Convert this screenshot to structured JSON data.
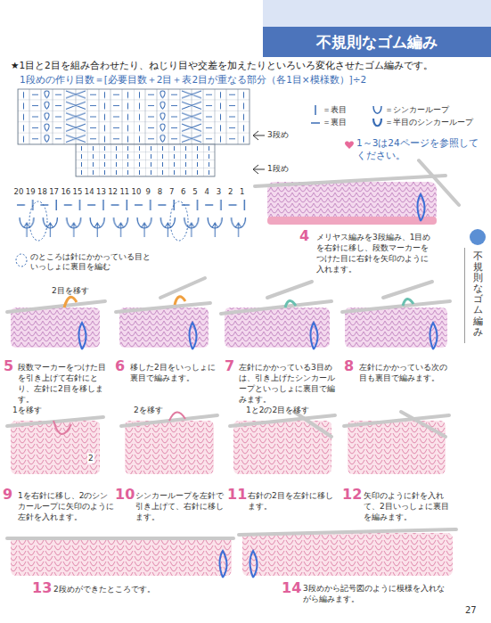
{
  "diagram": {
    "title": "不規則なゴム編み",
    "nodes": [
      {
        "text": [
          "不規則なゴム編み"
        ]
      }
    ],
    "labels": [
      "★1目と2目を組み合わせたり、ねじり目や交差を加えたりといろいろ変化させたゴム編みです。",
      "1段めの作り目数＝[必要目数＋2目＋表2目が重なる部分（各1目×模様数）]÷2",
      "3段め",
      "1段め",
      "1～3は24ページを参照してください。",
      "20",
      "19",
      "18",
      "17",
      "16",
      "15",
      "14",
      "13",
      "12",
      "11",
      "10",
      "9",
      "8",
      "7",
      "6",
      "5",
      "4",
      "3",
      "2",
      "1",
      "のところは針にかかっている目といっしょに裏目を編む",
      "4",
      "メリヤス編みを3段編み、1目めを右針に移し、段数マーカーをつけた目に右針を矢印のように入れます。",
      "2目を移す",
      "5",
      "段数マーカーをつけた目を引き上げて右針にとり、左針に2目を移します。",
      "6",
      "移した2目をいっしょに裏目で編みます。",
      "7",
      "左針にかかっている3目めは、引き上げたシンカーループといっしょに裏目で編みます。",
      "8",
      "左針にかかっている次の目も裏目で編みます。",
      "1を移す",
      "2",
      "2を移す",
      "1と2の2目を移す",
      "9",
      "1を右針に移し、2のシンカーループに矢印のように左針を入れます。",
      "10",
      "シンカーループを左針で引き上げて、右針に移します。",
      "11",
      "右針の2目を左針に移します。",
      "12",
      "矢印のように針を入れて、2目いっしょに裏目を編みます。",
      "13",
      "2段めができたところです。",
      "14",
      "3段めから記号図のように模様を入れながら編みます。",
      "27"
    ],
    "legend": [
      {
        "text": "＝表目"
      },
      {
        "text": "＝シンカーループ"
      },
      {
        "text": "＝裏目"
      },
      {
        "text": "＝半目のシンカーループ"
      }
    ]
  }
}
